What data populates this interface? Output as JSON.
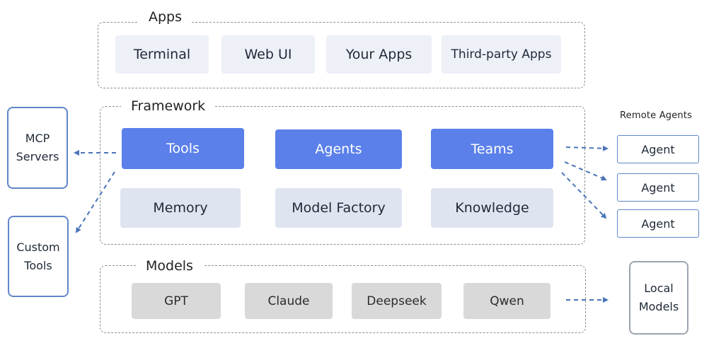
{
  "apps": {
    "title": "Apps",
    "items": [
      "Terminal",
      "Web UI",
      "Your Apps",
      "Third-party Apps"
    ]
  },
  "framework": {
    "title": "Framework",
    "core": [
      "Tools",
      "Agents",
      "Teams"
    ],
    "support": [
      "Memory",
      "Model Factory",
      "Knowledge"
    ]
  },
  "models": {
    "title": "Models",
    "items": [
      "GPT",
      "Claude",
      "Deepseek",
      "Qwen"
    ]
  },
  "external": {
    "mcp": [
      "MCP",
      "Servers"
    ],
    "custom_tools": [
      "Custom",
      "Tools"
    ],
    "remote_title": "Remote Agents",
    "agents": [
      "Agent",
      "Agent",
      "Agent"
    ],
    "local_models": [
      "Local",
      "Models"
    ]
  },
  "colors": {
    "primary": "#5b80ea",
    "light": "#dfe4f1",
    "gray": "#d9d9d9",
    "arrow": "#4a74b8"
  }
}
